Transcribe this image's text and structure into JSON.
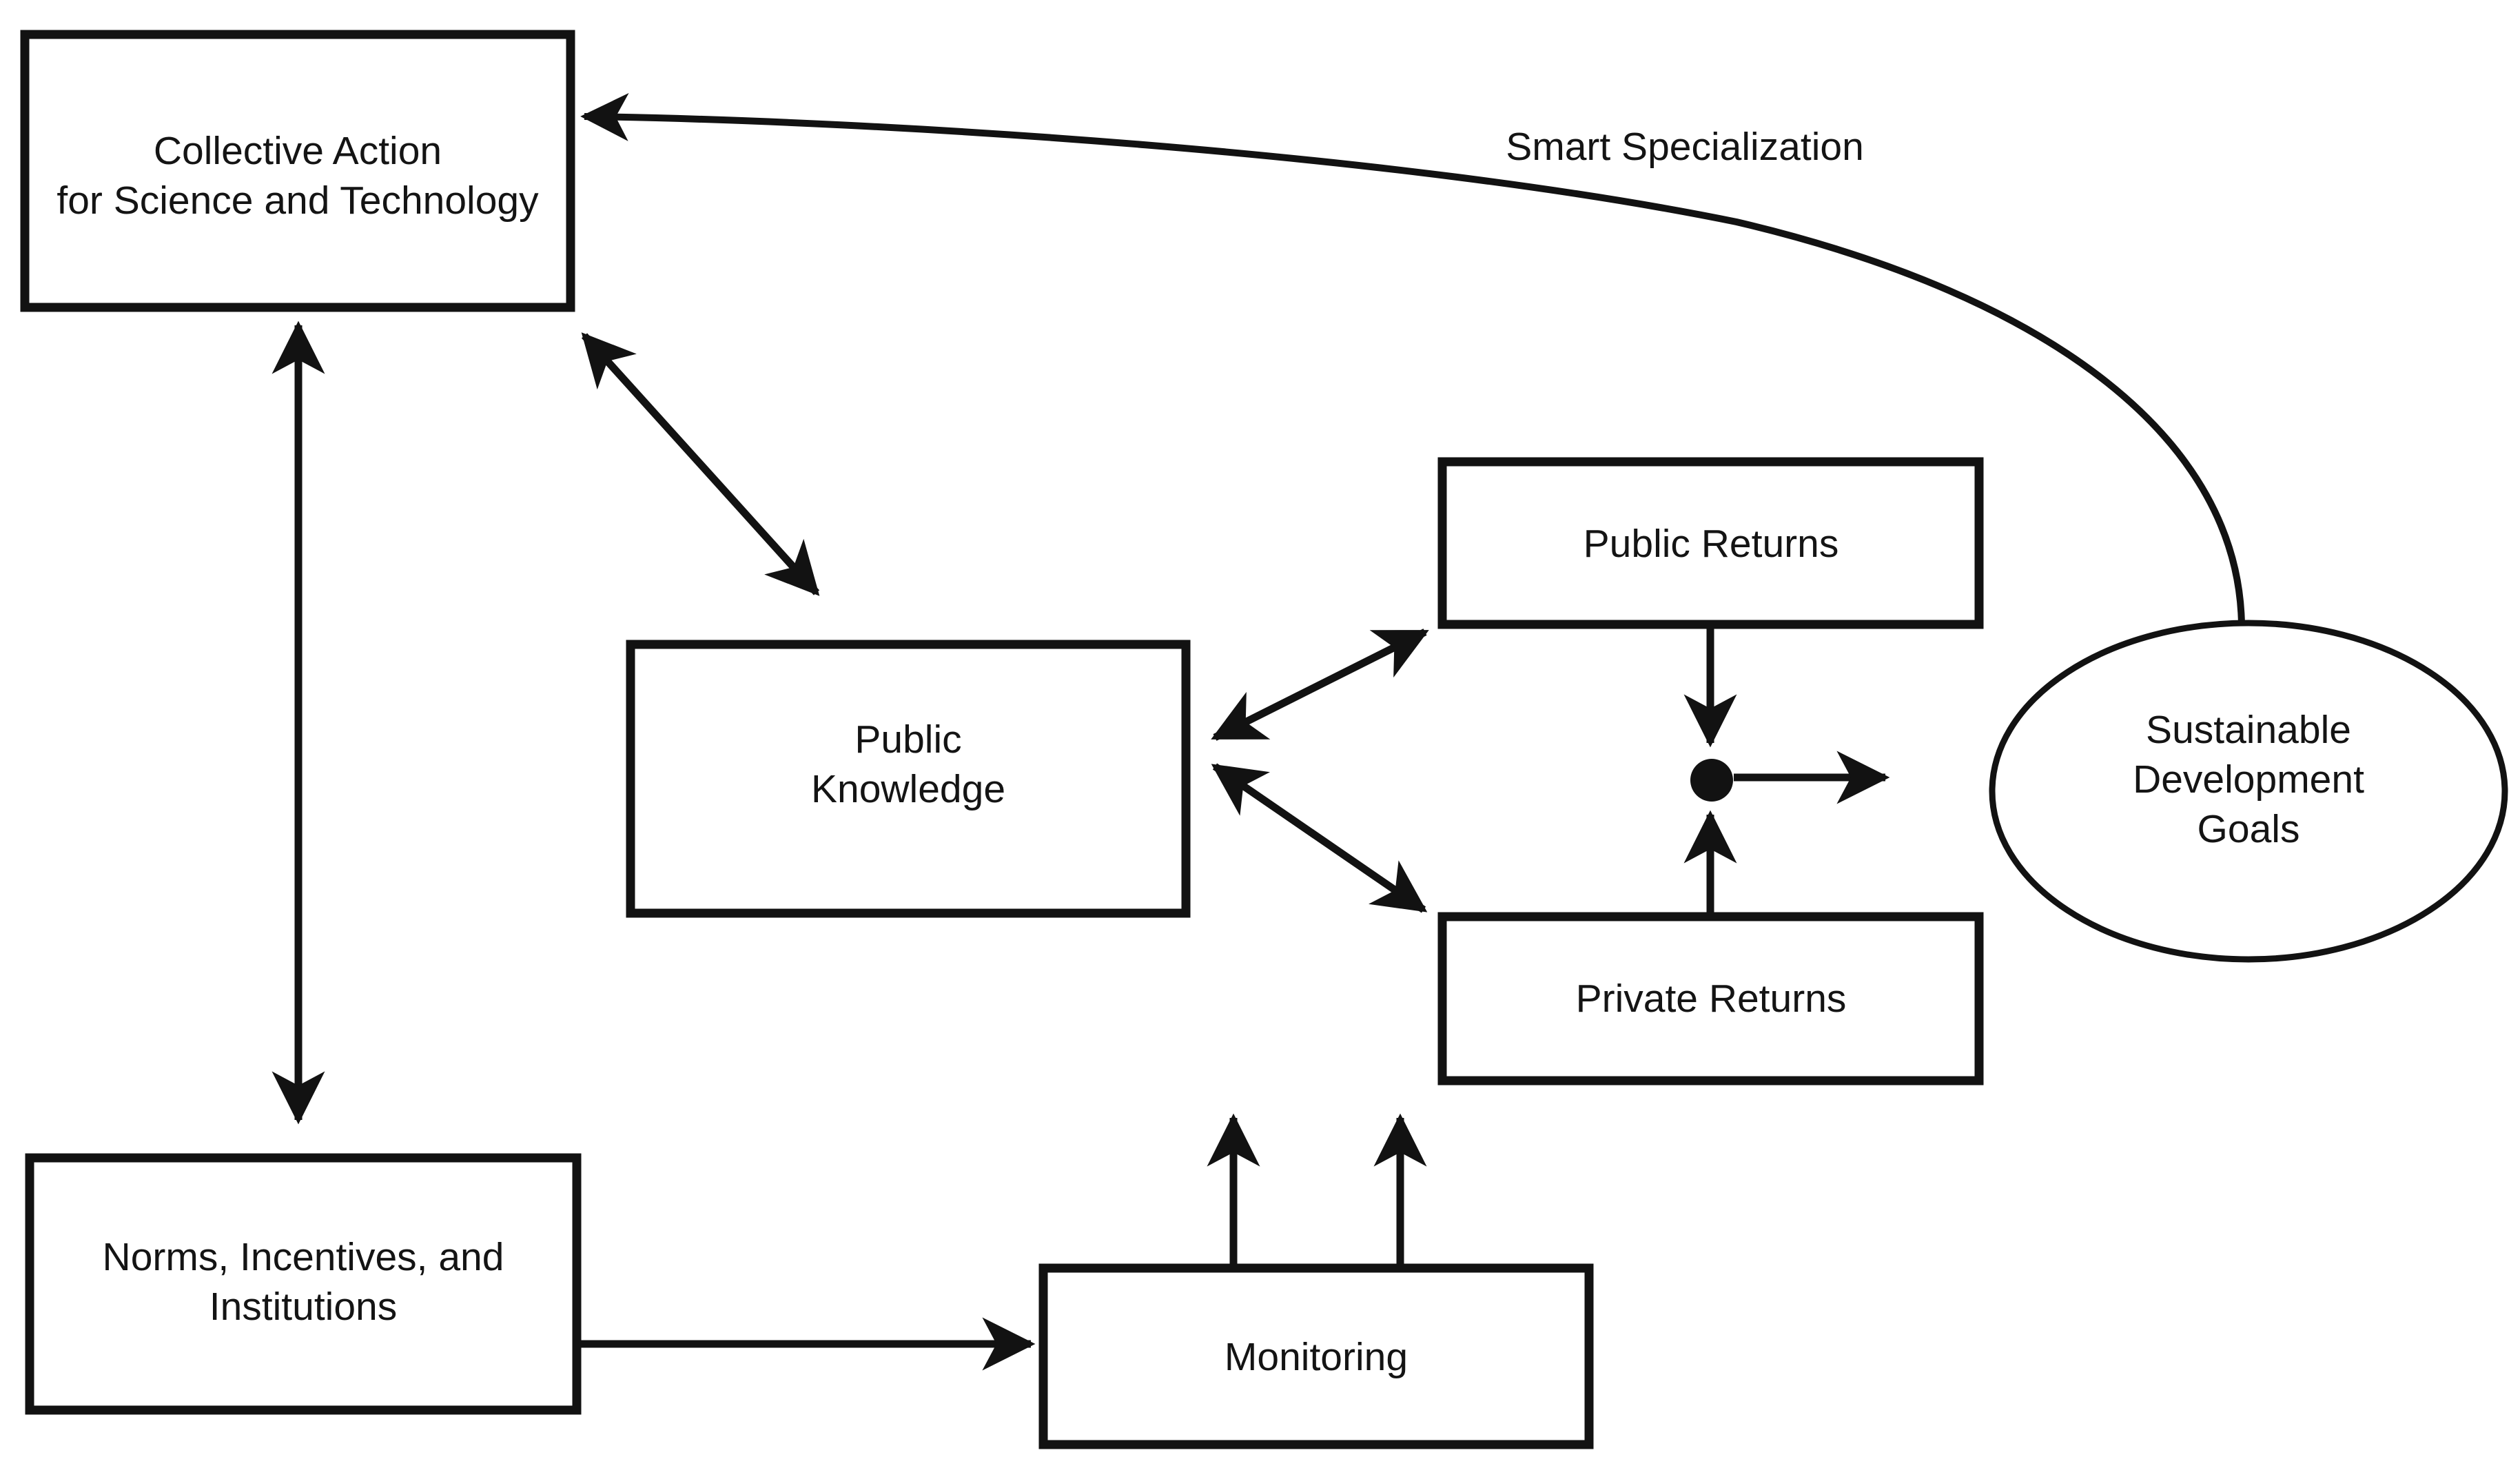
{
  "labels": {
    "smart_specialization": "Smart Specialization"
  },
  "nodes": {
    "collective_action": {
      "shape": "rect",
      "lines": [
        "Collective Action",
        "for Science and Technology"
      ]
    },
    "norms": {
      "shape": "rect",
      "lines": [
        "Norms, Incentives, and",
        "Institutions"
      ]
    },
    "public_knowledge": {
      "shape": "rect",
      "lines": [
        "Public",
        "Knowledge"
      ]
    },
    "public_returns": {
      "shape": "rect",
      "lines": [
        "Public Returns"
      ]
    },
    "private_returns": {
      "shape": "rect",
      "lines": [
        "Private Returns"
      ]
    },
    "monitoring": {
      "shape": "rect",
      "lines": [
        "Monitoring"
      ]
    },
    "sdg": {
      "shape": "ellipse",
      "lines": [
        "Sustainable",
        "Development",
        "Goals"
      ]
    }
  },
  "edges": [
    {
      "from": "collective_action",
      "to": "norms",
      "style": "double-headed"
    },
    {
      "from": "collective_action",
      "to": "public_knowledge",
      "style": "double-headed"
    },
    {
      "from": "public_knowledge",
      "to": "public_returns",
      "style": "double-headed"
    },
    {
      "from": "public_knowledge",
      "to": "private_returns",
      "style": "double-headed"
    },
    {
      "from": "public_returns",
      "to": "junction-dot",
      "style": "arrow"
    },
    {
      "from": "private_returns",
      "to": "junction-dot",
      "style": "arrow"
    },
    {
      "from": "junction-dot",
      "to": "sdg",
      "style": "arrow"
    },
    {
      "from": "norms",
      "to": "monitoring",
      "style": "arrow"
    },
    {
      "from": "monitoring",
      "to": "upward-open-1",
      "style": "arrow"
    },
    {
      "from": "monitoring",
      "to": "upward-open-2",
      "style": "arrow"
    },
    {
      "from": "sdg",
      "to": "collective_action",
      "style": "curved-arrow",
      "label": "Smart Specialization"
    }
  ],
  "colors": {
    "background": "#ffffff",
    "stroke": "#121212",
    "node_fill": "#ffffff",
    "text": "#141414"
  }
}
